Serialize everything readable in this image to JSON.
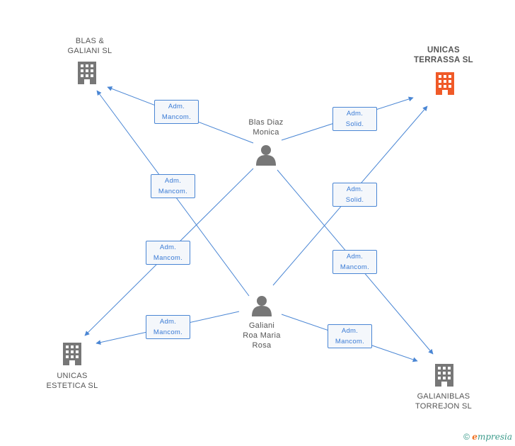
{
  "nodes": {
    "blas_galiani": {
      "line1": "BLAS &",
      "line2": "GALIANI SL"
    },
    "unicas_terrassa": {
      "line1": "UNICAS",
      "line2": "TERRASSA SL"
    },
    "blas_diaz": {
      "line1": "Blas Diaz",
      "line2": "Monica"
    },
    "galiani_roa": {
      "line1": "Galiani",
      "line2": "Roa Maria",
      "line3": "Rosa"
    },
    "unicas_estetica": {
      "line1": "UNICAS",
      "line2": "ESTETICA SL"
    },
    "galianiblas": {
      "line1": "GALIANIBLAS",
      "line2": "TORREJON SL"
    }
  },
  "edges": [
    {
      "l1": "Adm.",
      "l2": "Mancom."
    },
    {
      "l1": "Adm.",
      "l2": "Solid."
    },
    {
      "l1": "Adm.",
      "l2": "Mancom."
    },
    {
      "l1": "Adm.",
      "l2": "Solid."
    },
    {
      "l1": "Adm.",
      "l2": "Mancom."
    },
    {
      "l1": "Adm.",
      "l2": "Mancom."
    },
    {
      "l1": "Adm.",
      "l2": "Mancom."
    },
    {
      "l1": "Adm.",
      "l2": "Mancom."
    }
  ],
  "colors": {
    "edge": "#4a86d4",
    "company": "#777777",
    "company_main": "#f05a28",
    "person": "#777777"
  },
  "footer": {
    "copyright": "©",
    "brand_e": "e",
    "brand_rest": "mpresia"
  }
}
